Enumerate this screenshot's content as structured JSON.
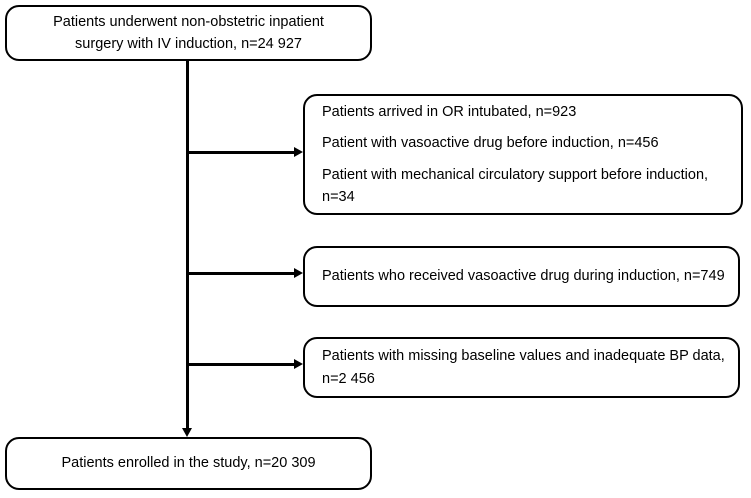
{
  "diagram": {
    "type": "flowchart",
    "orientation": "vertical-spine-with-right-branches",
    "colors": {
      "stroke": "#000000",
      "fill": "#ffffff",
      "text": "#000000"
    },
    "nodes": {
      "enrolled_source": {
        "role": "start",
        "lines": [
          "Patients underwent non-obstetric inpatient",
          "surgery with IV induction, n=24 927"
        ]
      },
      "exclusion_1": {
        "role": "exclusion",
        "lines": [
          "Patients arrived in OR intubated, n=923",
          "Patient with vasoactive drug before induction, n=456",
          "Patient with mechanical circulatory support before induction, n=34"
        ]
      },
      "exclusion_2": {
        "role": "exclusion",
        "lines": [
          "Patients who received vasoactive drug during induction, n=749"
        ]
      },
      "exclusion_3": {
        "role": "exclusion",
        "lines": [
          "Patients with missing baseline values and inadequate BP data, n=2 456"
        ]
      },
      "enrolled_final": {
        "role": "end",
        "lines": [
          "Patients enrolled in the study, n=20 309"
        ]
      }
    },
    "counts": {
      "source_total": "24 927",
      "excluded_arrived_intubated": "923",
      "excluded_vasoactive_before": "456",
      "excluded_mechanical_support": "34",
      "excluded_vasoactive_during": "749",
      "excluded_missing_baseline": "2 456",
      "final_enrolled": "20 309"
    },
    "connectors": [
      {
        "name": "spine",
        "from": "enrolled_source",
        "to": "enrolled_final"
      },
      {
        "name": "branch-1",
        "from": "spine",
        "to": "exclusion_1"
      },
      {
        "name": "branch-2",
        "from": "spine",
        "to": "exclusion_2"
      },
      {
        "name": "branch-3",
        "from": "spine",
        "to": "exclusion_3"
      }
    ]
  }
}
